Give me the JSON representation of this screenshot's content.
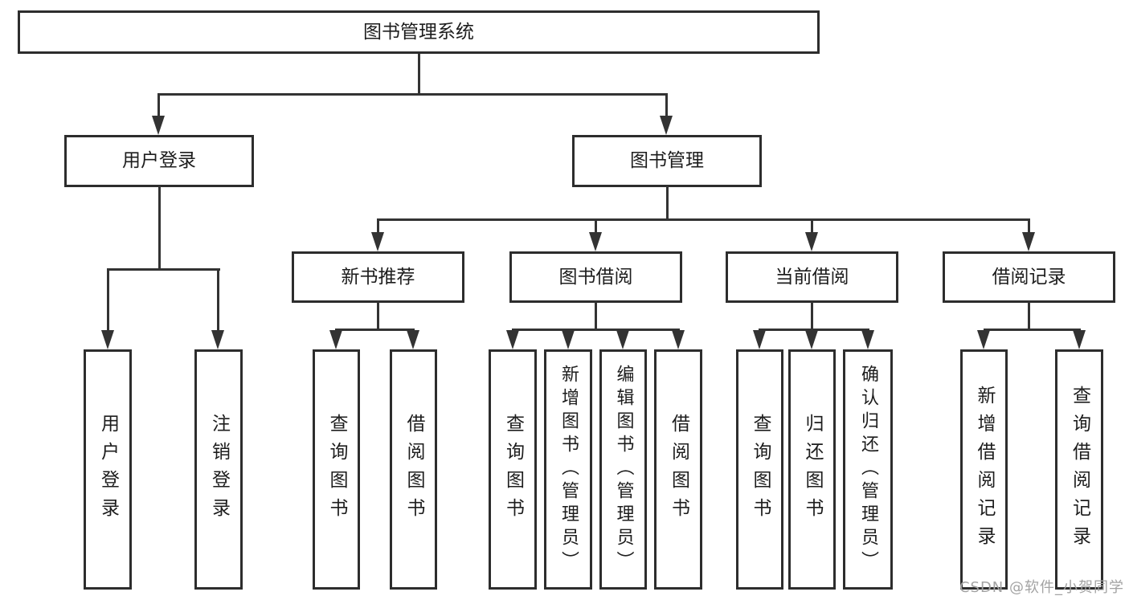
{
  "diagram": {
    "root": {
      "label": "图书管理系统"
    },
    "branches": [
      {
        "label": "用户登录",
        "children": [
          {
            "label": "用户登录"
          },
          {
            "label": "注销登录"
          }
        ]
      },
      {
        "label": "图书管理",
        "sections": [
          {
            "label": "新书推荐",
            "children": [
              {
                "label": "查询图书"
              },
              {
                "label": "借阅图书"
              }
            ]
          },
          {
            "label": "图书借阅",
            "children": [
              {
                "label": "查询图书"
              },
              {
                "label": "新增图书（管理员）"
              },
              {
                "label": "编辑图书（管理员）"
              },
              {
                "label": "借阅图书"
              }
            ]
          },
          {
            "label": "当前借阅",
            "children": [
              {
                "label": "查询图书"
              },
              {
                "label": "归还图书"
              },
              {
                "label": "确认归还（管理员）"
              }
            ]
          },
          {
            "label": "借阅记录",
            "children": [
              {
                "label": "新增借阅记录"
              },
              {
                "label": "查询借阅记录"
              }
            ]
          }
        ]
      }
    ]
  },
  "watermark": {
    "text": "CSDN @软件_小贺同学"
  },
  "colors": {
    "line": "#333333",
    "border": "#2d2d2d",
    "background": "#ffffff",
    "watermark": "#a3a3a3"
  }
}
